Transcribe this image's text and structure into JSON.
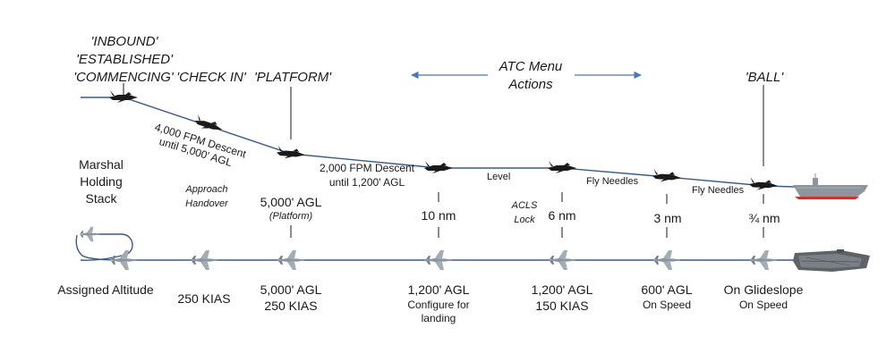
{
  "radio_calls": {
    "inbound": "'INBOUND'",
    "established": "'ESTABLISHED'",
    "commencing": "'COMMENCING'",
    "check_in": "'CHECK IN'",
    "platform": "'PLATFORM'",
    "ball": "'BALL'"
  },
  "atc_menu": {
    "line1": "ATC Menu",
    "line2": "Actions"
  },
  "descent_1": {
    "line1": "4,000 FPM Descent",
    "line2": "until 5,000' AGL"
  },
  "descent_2": {
    "line1": "2,000 FPM Descent",
    "line2": "until 1,200' AGL"
  },
  "path_labels": {
    "level": "Level",
    "fly_needles_1": "Fly Needles",
    "fly_needles_2": "Fly Needles"
  },
  "marshal": {
    "line1": "Marshal",
    "line2": "Holding",
    "line3": "Stack"
  },
  "approach_handover": {
    "line1": "Approach",
    "line2": "Handover"
  },
  "platform_alt": {
    "line1": "5,000' AGL",
    "line2": "(Platform)"
  },
  "acls_lock": {
    "line1": "ACLS",
    "line2": "Lock"
  },
  "distances": [
    "10 nm",
    "6 nm",
    "3 nm",
    "¾ nm"
  ],
  "bottom": {
    "assigned": "Assigned Altitude",
    "kias250": "250 KIAS",
    "agl5000_1": "5,000' AGL",
    "agl5000_2": "250 KIAS",
    "agl1200a_1": "1,200' AGL",
    "agl1200a_2": "Configure for",
    "agl1200a_3": "landing",
    "agl1200b_1": "1,200' AGL",
    "agl1200b_2": "150 KIAS",
    "agl600_1": "600' AGL",
    "agl600_2": "On Speed",
    "glide_1": "On Glideslope",
    "glide_2": "On Speed"
  },
  "colors": {
    "path": "#3a5a88",
    "arrow": "#4a78b8",
    "jet": "#1a1a1a",
    "jet_top": "#8a949e",
    "text": "#1a1a1a"
  }
}
